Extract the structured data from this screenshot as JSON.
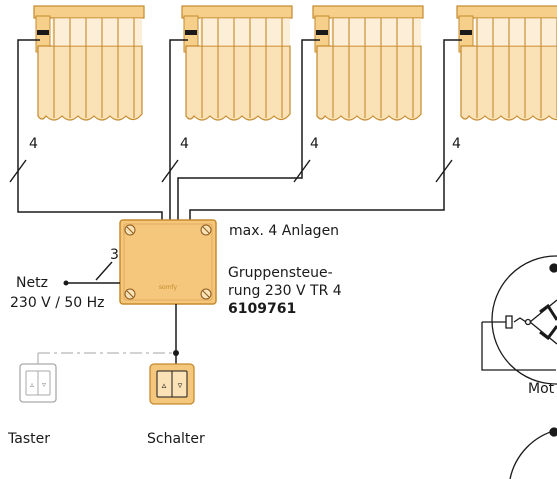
{
  "labels": {
    "wire_count_blind_1": "4",
    "wire_count_blind_2": "4",
    "wire_count_blind_3": "4",
    "wire_count_blind_4": "4",
    "wire_count_netz": "3",
    "max_systems": "max. 4 Anlagen",
    "netz": "Netz",
    "voltage": "230 V / 50 Hz",
    "controller_line1": "Gruppensteue-",
    "controller_line2": "rung 230 V TR 4",
    "part_number": "6109761",
    "taster": "Taster",
    "schalter": "Schalter",
    "motor_partial": "Mot",
    "box_brand": "somfy"
  },
  "colors": {
    "wire": "#1a1a1a",
    "blind_fill": "#fbe2b6",
    "blind_stroke": "#c58a2e",
    "blind_rod": "#f6d08a",
    "box_fill": "#f4c77c",
    "box_stroke": "#c58a2e",
    "dashed_wire": "#b8b8b8",
    "taster_stroke": "#aaaaaa"
  }
}
